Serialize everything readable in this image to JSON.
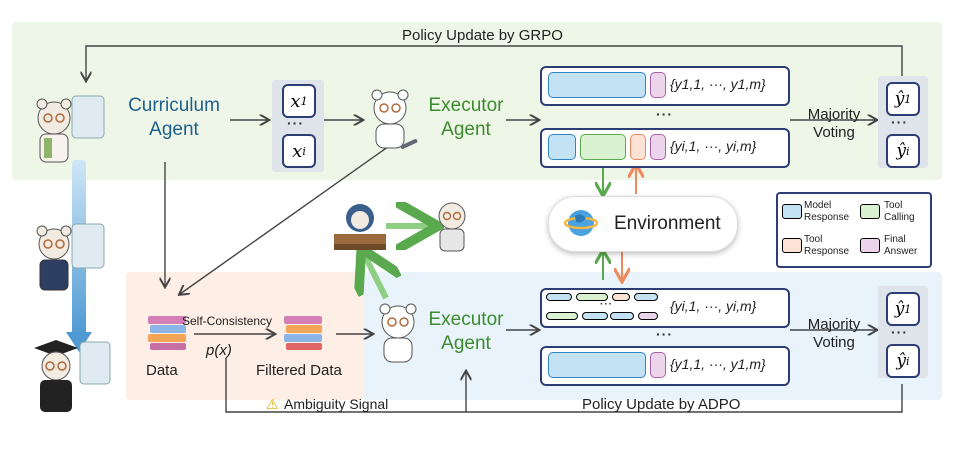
{
  "top_label": "Policy Update by GRPO",
  "bottom_label": "Policy Update by ADPO",
  "curriculum_agent": "Curriculum Agent",
  "executor_agent_top": "Executor Agent",
  "executor_agent_bottom": "Executor Agent",
  "x_items": {
    "x1": "x",
    "x1_sub": "1",
    "xi": "x",
    "xi_sub": "i",
    "dots": "···"
  },
  "responses_top": {
    "row1": "{y1,1, ···, y1,m}",
    "rowi": "{yi,1, ···, yi,m}",
    "dots": "···"
  },
  "responses_bottom": {
    "rowi": "{yi,1, ···, yi,m}",
    "row1": "{y1,1, ···, y1,m}",
    "dots": "···"
  },
  "majority_voting_top": "Majority Voting",
  "majority_voting_bottom": "Majority Voting",
  "y_hat": {
    "y1": "ŷ",
    "y1_sub": "1",
    "yi": "ŷ",
    "yi_sub": "i",
    "dots": "···"
  },
  "environment": "Environment",
  "legend": {
    "model_response": "Model Response",
    "tool_calling": "Tool Calling",
    "tool_response": "Tool Response",
    "final_answer": "Final Answer"
  },
  "data_label": "Data",
  "self_consistency": "Self-Consistency",
  "p_hat": "p(x)",
  "filtered_data": "Filtered Data",
  "ambiguity_signal": "Ambiguity Signal",
  "colors": {
    "top_band": "#eef6e8",
    "bottom_band": "#e8f3fb",
    "left_band": "#fdeee6",
    "curriculum_text": "#1f5f8b",
    "executor_text": "#3d8a2f",
    "model_response": "#2f85c4",
    "tool_calling": "#5aa94e",
    "tool_response": "#ee8a5e",
    "final_answer": "#a863a6"
  }
}
